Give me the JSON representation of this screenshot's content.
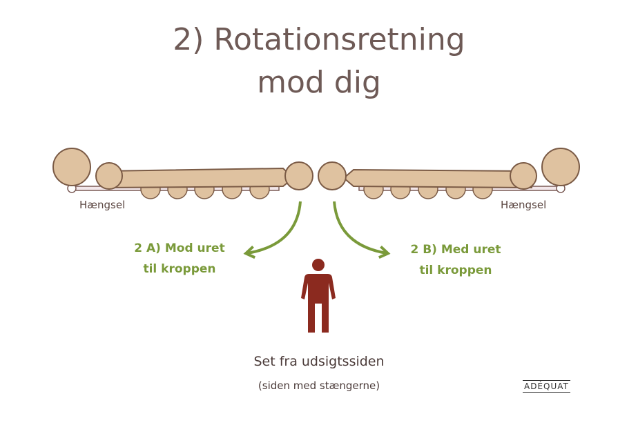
{
  "title": {
    "line1": "2) Rotationsretning",
    "line2": "mod dig"
  },
  "hinge_labels": {
    "left": "Hængsel",
    "right": "Hængsel"
  },
  "option_a": {
    "line1": "2 A) Mod uret",
    "line2": "til kroppen"
  },
  "option_b": {
    "line1": "2 B) Med uret",
    "line2": "til kroppen"
  },
  "caption": {
    "main": "Set fra udsigtssiden",
    "sub": "(siden med stængerne)"
  },
  "logo": "ADÉQUAT",
  "colors": {
    "title": "#6e5a56",
    "green": "#7a9a3a",
    "person": "#8b2a1f",
    "wood": "#dfc2a0",
    "wood_outline": "#7a5a45"
  }
}
